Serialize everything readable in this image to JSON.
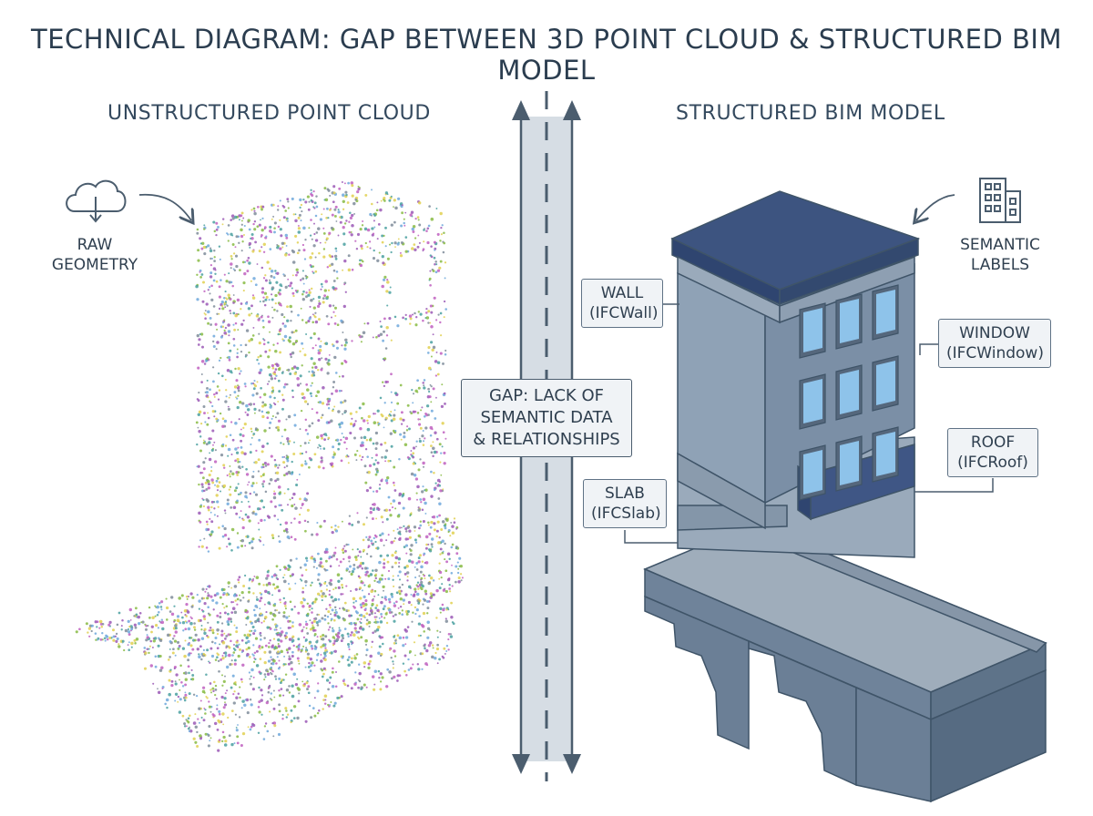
{
  "title": "TECHNICAL DIAGRAM: GAP BETWEEN 3D POINT CLOUD & STRUCTURED BIM MODEL",
  "left": {
    "heading": "UNSTRUCTURED POINT CLOUD",
    "source_label": [
      "RAW",
      "GEOMETRY"
    ],
    "source_icon": "cloud-download-icon",
    "point_colors": [
      "#6fa8dc",
      "#e0d050",
      "#9b59b6",
      "#4aa0a0",
      "#c060c0",
      "#88bb44",
      "#7f8c9a"
    ]
  },
  "divider": {
    "gap_label": [
      "GAP: LACK OF",
      "SEMANTIC DATA",
      "& RELATIONSHIPS"
    ],
    "colors": {
      "band": "#d6dde4",
      "border": "#4b5d6e",
      "arrow": "#4b5d6e"
    }
  },
  "right": {
    "heading": "STRUCTURED BIM MODEL",
    "semantic_label": [
      "SEMANTIC",
      "LABELS"
    ],
    "semantic_icon": "building-icon",
    "tags": {
      "wall": [
        "WALL",
        "(IFCWall)"
      ],
      "window": [
        "WINDOW",
        "(IFCWindow)"
      ],
      "roof": [
        "ROOF",
        "(IFCRoof)"
      ],
      "slab": [
        "SLAB",
        "(IFCSlab)"
      ]
    },
    "colors": {
      "roof_top": "#3d5480",
      "wall_front": "#7b8fa6",
      "wall_side": "#8fa2b6",
      "glass": "#8ec3ea",
      "slab": "#9aaabb",
      "bridge_top": "#9fadbb",
      "bridge_side": "#6f839a"
    }
  }
}
